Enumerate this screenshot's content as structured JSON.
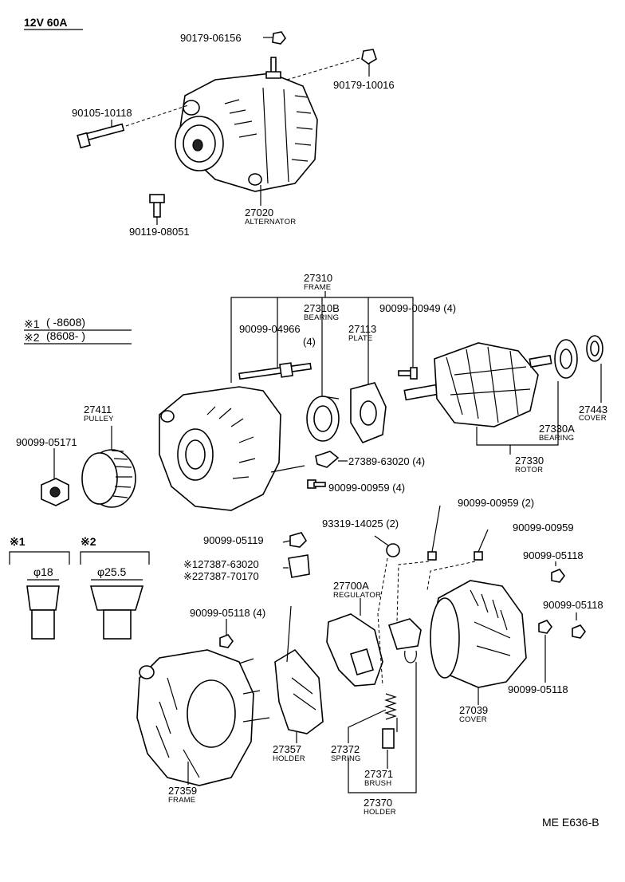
{
  "header": {
    "title": "12V 60A"
  },
  "footer": {
    "code": "ME  E636-B"
  },
  "legend": {
    "row1_mark": "※1",
    "row1_range": "(      -8608)",
    "row2_mark": "※2",
    "row2_range": "(8608-      )"
  },
  "variants": {
    "v1_mark": "※1",
    "v1_diameter": "φ18",
    "v2_mark": "※2",
    "v2_diameter": "φ25.5"
  },
  "parts": {
    "p90179_06156": "90179-06156",
    "p90179_10016": "90179-10016",
    "p90105_10118": "90105-10118",
    "p27020": "27020",
    "p27020_name": "ALTERNATOR",
    "p90119_08051": "90119-08051",
    "p27310": "27310",
    "p27310_name": "FRAME",
    "p27310B": "27310B",
    "p27310B_name": "BEARING",
    "p90099_00949": "90099-00949 (4)",
    "p90099_04966": "90099-04966",
    "p90099_04966_qty": "(4)",
    "p27113": "27113",
    "p27113_name": "PLATE",
    "p27411": "27411",
    "p27411_name": "PULLEY",
    "p90099_05171": "90099-05171",
    "p27443": "27443",
    "p27443_name": "COVER",
    "p27330A": "27330A",
    "p27330A_name": "BEARING",
    "p27389_63020": "27389-63020 (4)",
    "p27330": "27330",
    "p27330_name": "ROTOR",
    "p90099_00959_4": "90099-00959 (4)",
    "p90099_00959_2": "90099-00959 (2)",
    "p93319_14025": "93319-14025 (2)",
    "p90099_00959": "90099-00959",
    "p90099_05119": "90099-05119",
    "p90099_05118_a": "90099-05118",
    "p_127387_63020": "※127387-63020",
    "p_227387_70170": "※227387-70170",
    "p27700A": "27700A",
    "p27700A_name": "REGULATOR",
    "p90099_05118_b": "90099-05118",
    "p90099_05118_4": "90099-05118 (4)",
    "p27039": "27039",
    "p27039_name": "COVER",
    "p90099_05118_c": "90099-05118",
    "p27357": "27357",
    "p27357_name": "HOLDER",
    "p27372": "27372",
    "p27372_name": "SPRING",
    "p27371": "27371",
    "p27371_name": "BRUSH",
    "p27359": "27359",
    "p27359_name": "FRAME",
    "p27370": "27370",
    "p27370_name": "HOLDER"
  }
}
